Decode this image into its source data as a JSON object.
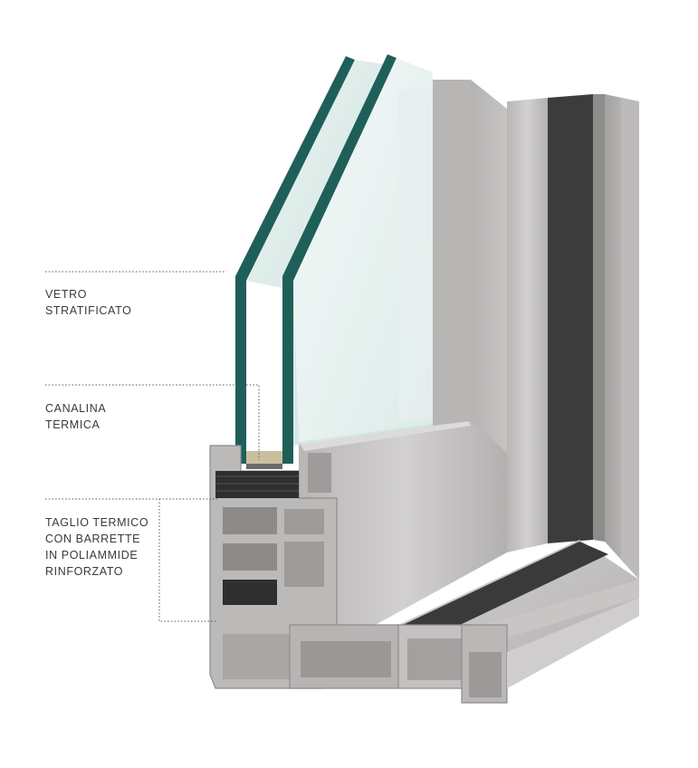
{
  "labels": {
    "vetro": [
      "VETRO",
      "STRATIFICATO"
    ],
    "canalina": [
      "CANALINA",
      "TERMICA"
    ],
    "taglio": [
      "TAGLIO TERMICO",
      "CON BARRETTE",
      "IN POLIAMMIDE",
      "RINFORZATO"
    ]
  },
  "colors": {
    "glass_edge": "#1f5f5a",
    "frame_light": "#c9c7c7",
    "frame_mid": "#a8a5a5",
    "frame_dark": "#3c3c3d",
    "gasket": "#2e2e2e",
    "leader_line": "#555555",
    "text": "#3a3a3a"
  }
}
